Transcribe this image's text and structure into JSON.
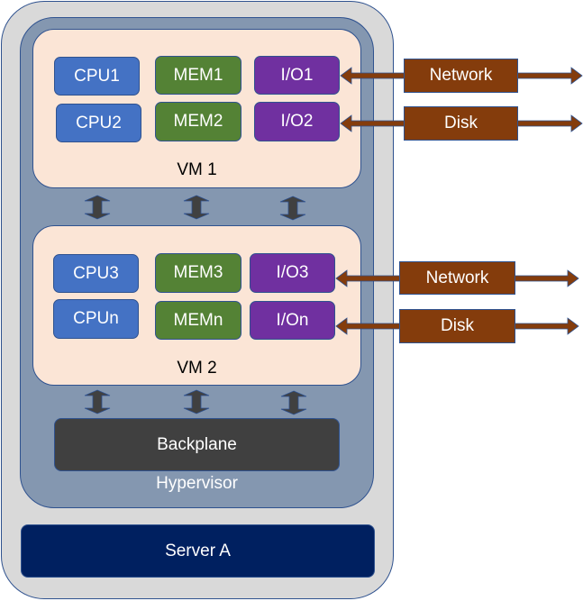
{
  "server": {
    "label": "Server A",
    "color": "#002060"
  },
  "hypervisor": {
    "label": "Hypervisor",
    "color": "#8497b0"
  },
  "backplane": {
    "label": "Backplane",
    "color": "#404040"
  },
  "vms": [
    {
      "label": "VM 1",
      "cpus": [
        "CPU1",
        "CPU2"
      ],
      "mems": [
        "MEM1",
        "MEM2"
      ],
      "ios": [
        "I/O1",
        "I/O2"
      ]
    },
    {
      "label": "VM 2",
      "cpus": [
        "CPU3",
        "CPUn"
      ],
      "mems": [
        "MEM3",
        "MEMn"
      ],
      "ios": [
        "I/O3",
        "I/On"
      ]
    }
  ],
  "external": {
    "vm1": [
      "Network",
      "Disk"
    ],
    "vm2": [
      "Network",
      "Disk"
    ]
  },
  "colors": {
    "cpu": "#4472c4",
    "mem": "#548235",
    "io": "#7030a0",
    "vm_bg": "#fbe5d6",
    "external_link": "#843c0c",
    "vertical_arrow": "#404040",
    "outline": "#2f528f"
  },
  "icons": {
    "vertical_connector": "double-headed-vertical-arrow",
    "external_connector": "double-headed-horizontal-arrow"
  }
}
